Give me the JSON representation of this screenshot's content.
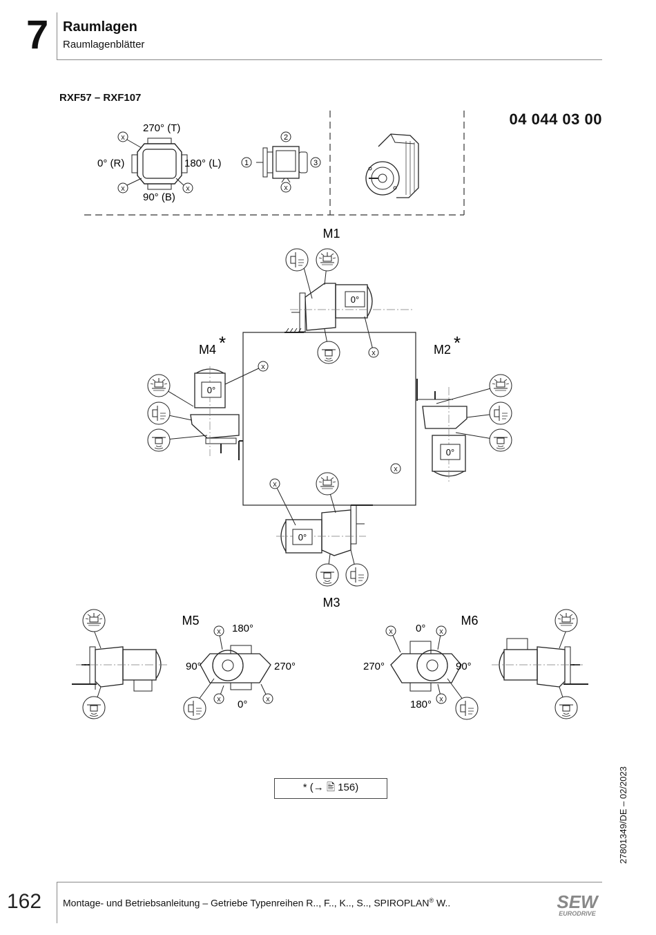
{
  "header": {
    "chapter_number": "7",
    "chapter_title": "Raumlagen",
    "chapter_subtitle": "Raumlagenblätter"
  },
  "section_title": "RXF57 – RXF107",
  "sheet_number": "04 044 03 00",
  "legend": {
    "top": "270° (T)",
    "left": "0° (R)",
    "right": "180° (L)",
    "bottom": "90° (B)",
    "x_mark": "x",
    "pos1": "1",
    "pos2": "2",
    "pos3": "3"
  },
  "positions": {
    "m1": "M1",
    "m2": "M2",
    "m3": "M3",
    "m4": "M4",
    "m5": "M5",
    "m6": "M6",
    "asterisk": "*",
    "zero": "0°"
  },
  "m5_angles": {
    "top": "180°",
    "left": "90°",
    "right": "270°",
    "bottom": "0°"
  },
  "m6_angles": {
    "top": "0°",
    "left": "270°",
    "right": "90°",
    "bottom": "180°"
  },
  "reference": "* (→ 🖹 156)",
  "doc_id": "27801349/DE – 02/2023",
  "footer": {
    "page_number": "162",
    "text": "Montage- und Betriebsanleitung – Getriebe Typenreihen R.., F.., K.., S.., SPIROPLAN",
    "registered": "®",
    "text_end": " W..",
    "logo_top": "SEW",
    "logo_bottom": "EURODRIVE"
  }
}
